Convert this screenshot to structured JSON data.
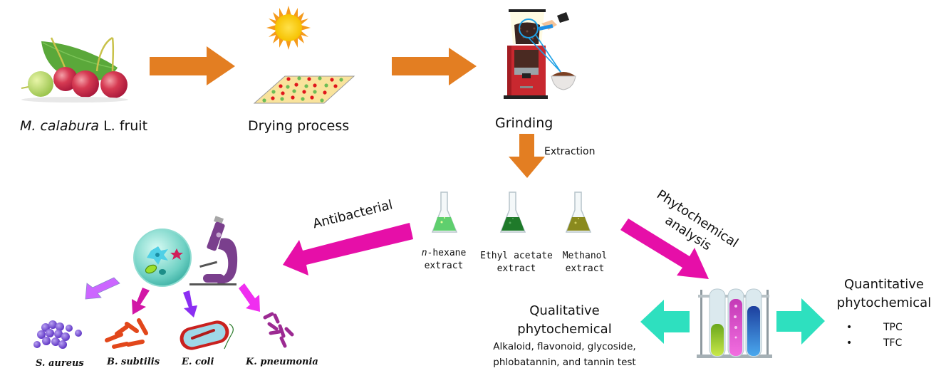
{
  "title": "Workflow of M. calabura L. fruit extraction, antibacterial and phytochemical analysis",
  "steps": {
    "fruit": {
      "label_italic": "M. calabura",
      "label_rest": " L. fruit"
    },
    "drying": {
      "label": "Drying process"
    },
    "grinding": {
      "label": "Grinding"
    },
    "extraction": {
      "label": "Extraction"
    }
  },
  "extracts": [
    {
      "line1_italic": "n",
      "line1_rest": "-hexane",
      "line2": "extract",
      "liquid_color": "#5fcf6e"
    },
    {
      "line1_italic": "",
      "line1_rest": "Ethyl acetate",
      "line2": "extract",
      "liquid_color": "#1f7a2a"
    },
    {
      "line1_italic": "",
      "line1_rest": "Methanol",
      "line2": "extract",
      "liquid_color": "#8a8a1e"
    }
  ],
  "branches": {
    "antibacterial": {
      "label": "Antibacterial"
    },
    "phytochemical": {
      "line1": "Phytochemical",
      "line2": "analysis"
    }
  },
  "bacteria": [
    {
      "label": "S. aureus"
    },
    {
      "label": "B. subtilis"
    },
    {
      "label": "E. coli"
    },
    {
      "label": "K. pneumonia"
    }
  ],
  "qualitative": {
    "title_line1": "Qualitative",
    "title_line2": "phytochemical",
    "body_line1": "Alkaloid, flavonoid, glycoside,",
    "body_line2": "phlobatannin, and tannin test"
  },
  "quantitative": {
    "title_line1": "Quantitative",
    "title_line2": "phytochemical",
    "items": [
      "TPC",
      "TFC"
    ]
  },
  "colors": {
    "orange_arrow": "#e37e22",
    "magenta_arrow": "#e60fa8",
    "teal_arrow": "#2ee0bf",
    "violet_arrow": "#cc66ff"
  }
}
